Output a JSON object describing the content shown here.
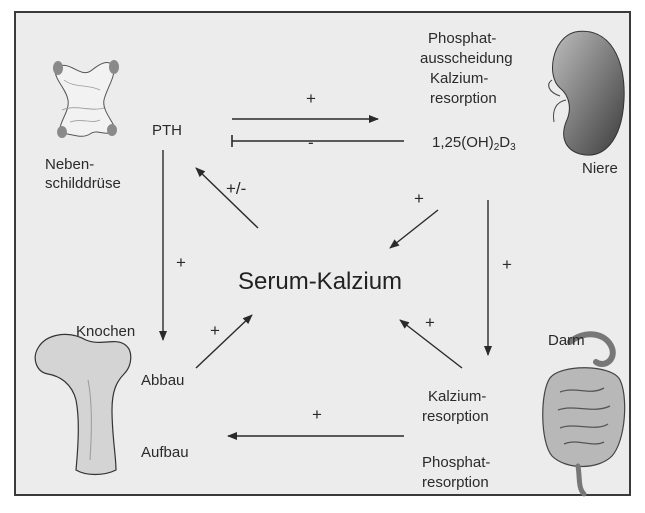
{
  "labels": {
    "pth": "PTH",
    "neben": "Neben-",
    "schilddruese": "schilddrüse",
    "phosphat_top": "Phosphat-",
    "ausscheidung": "ausscheidung",
    "kalzium_top": "Kalzium-",
    "resorption_top": "resorption",
    "vitd_prefix": "1,25(OH)",
    "vitd_sub1": "2",
    "vitd_d": "D",
    "vitd_sub2": "3",
    "niere": "Niere",
    "serum_kalzium": "Serum-Kalzium",
    "knochen": "Knochen",
    "abbau": "Abbau",
    "aufbau": "Aufbau",
    "darm": "Darm",
    "kalzium_bottom": "Kalzium-",
    "resorption_bottom": "resorption",
    "phosphat_bottom": "Phosphat-",
    "resorption_bottom2": "resorption"
  },
  "signs": {
    "pth_to_niere": "+",
    "niere_to_pth": "-",
    "serum_to_pth": "+/-",
    "niere_to_serum": "+",
    "niere_to_darm": "+",
    "pth_to_abbau": "+",
    "abbau_to_serum": "+",
    "darm_to_serum": "+",
    "darm_to_aufbau": "+"
  },
  "colors": {
    "frame_bg": "#ececec",
    "stroke": "#2a2a2a",
    "organ_fill": "#8a8a8a"
  },
  "icons": [
    "parathyroid-icon",
    "kidney-icon",
    "bone-icon",
    "intestine-icon"
  ]
}
